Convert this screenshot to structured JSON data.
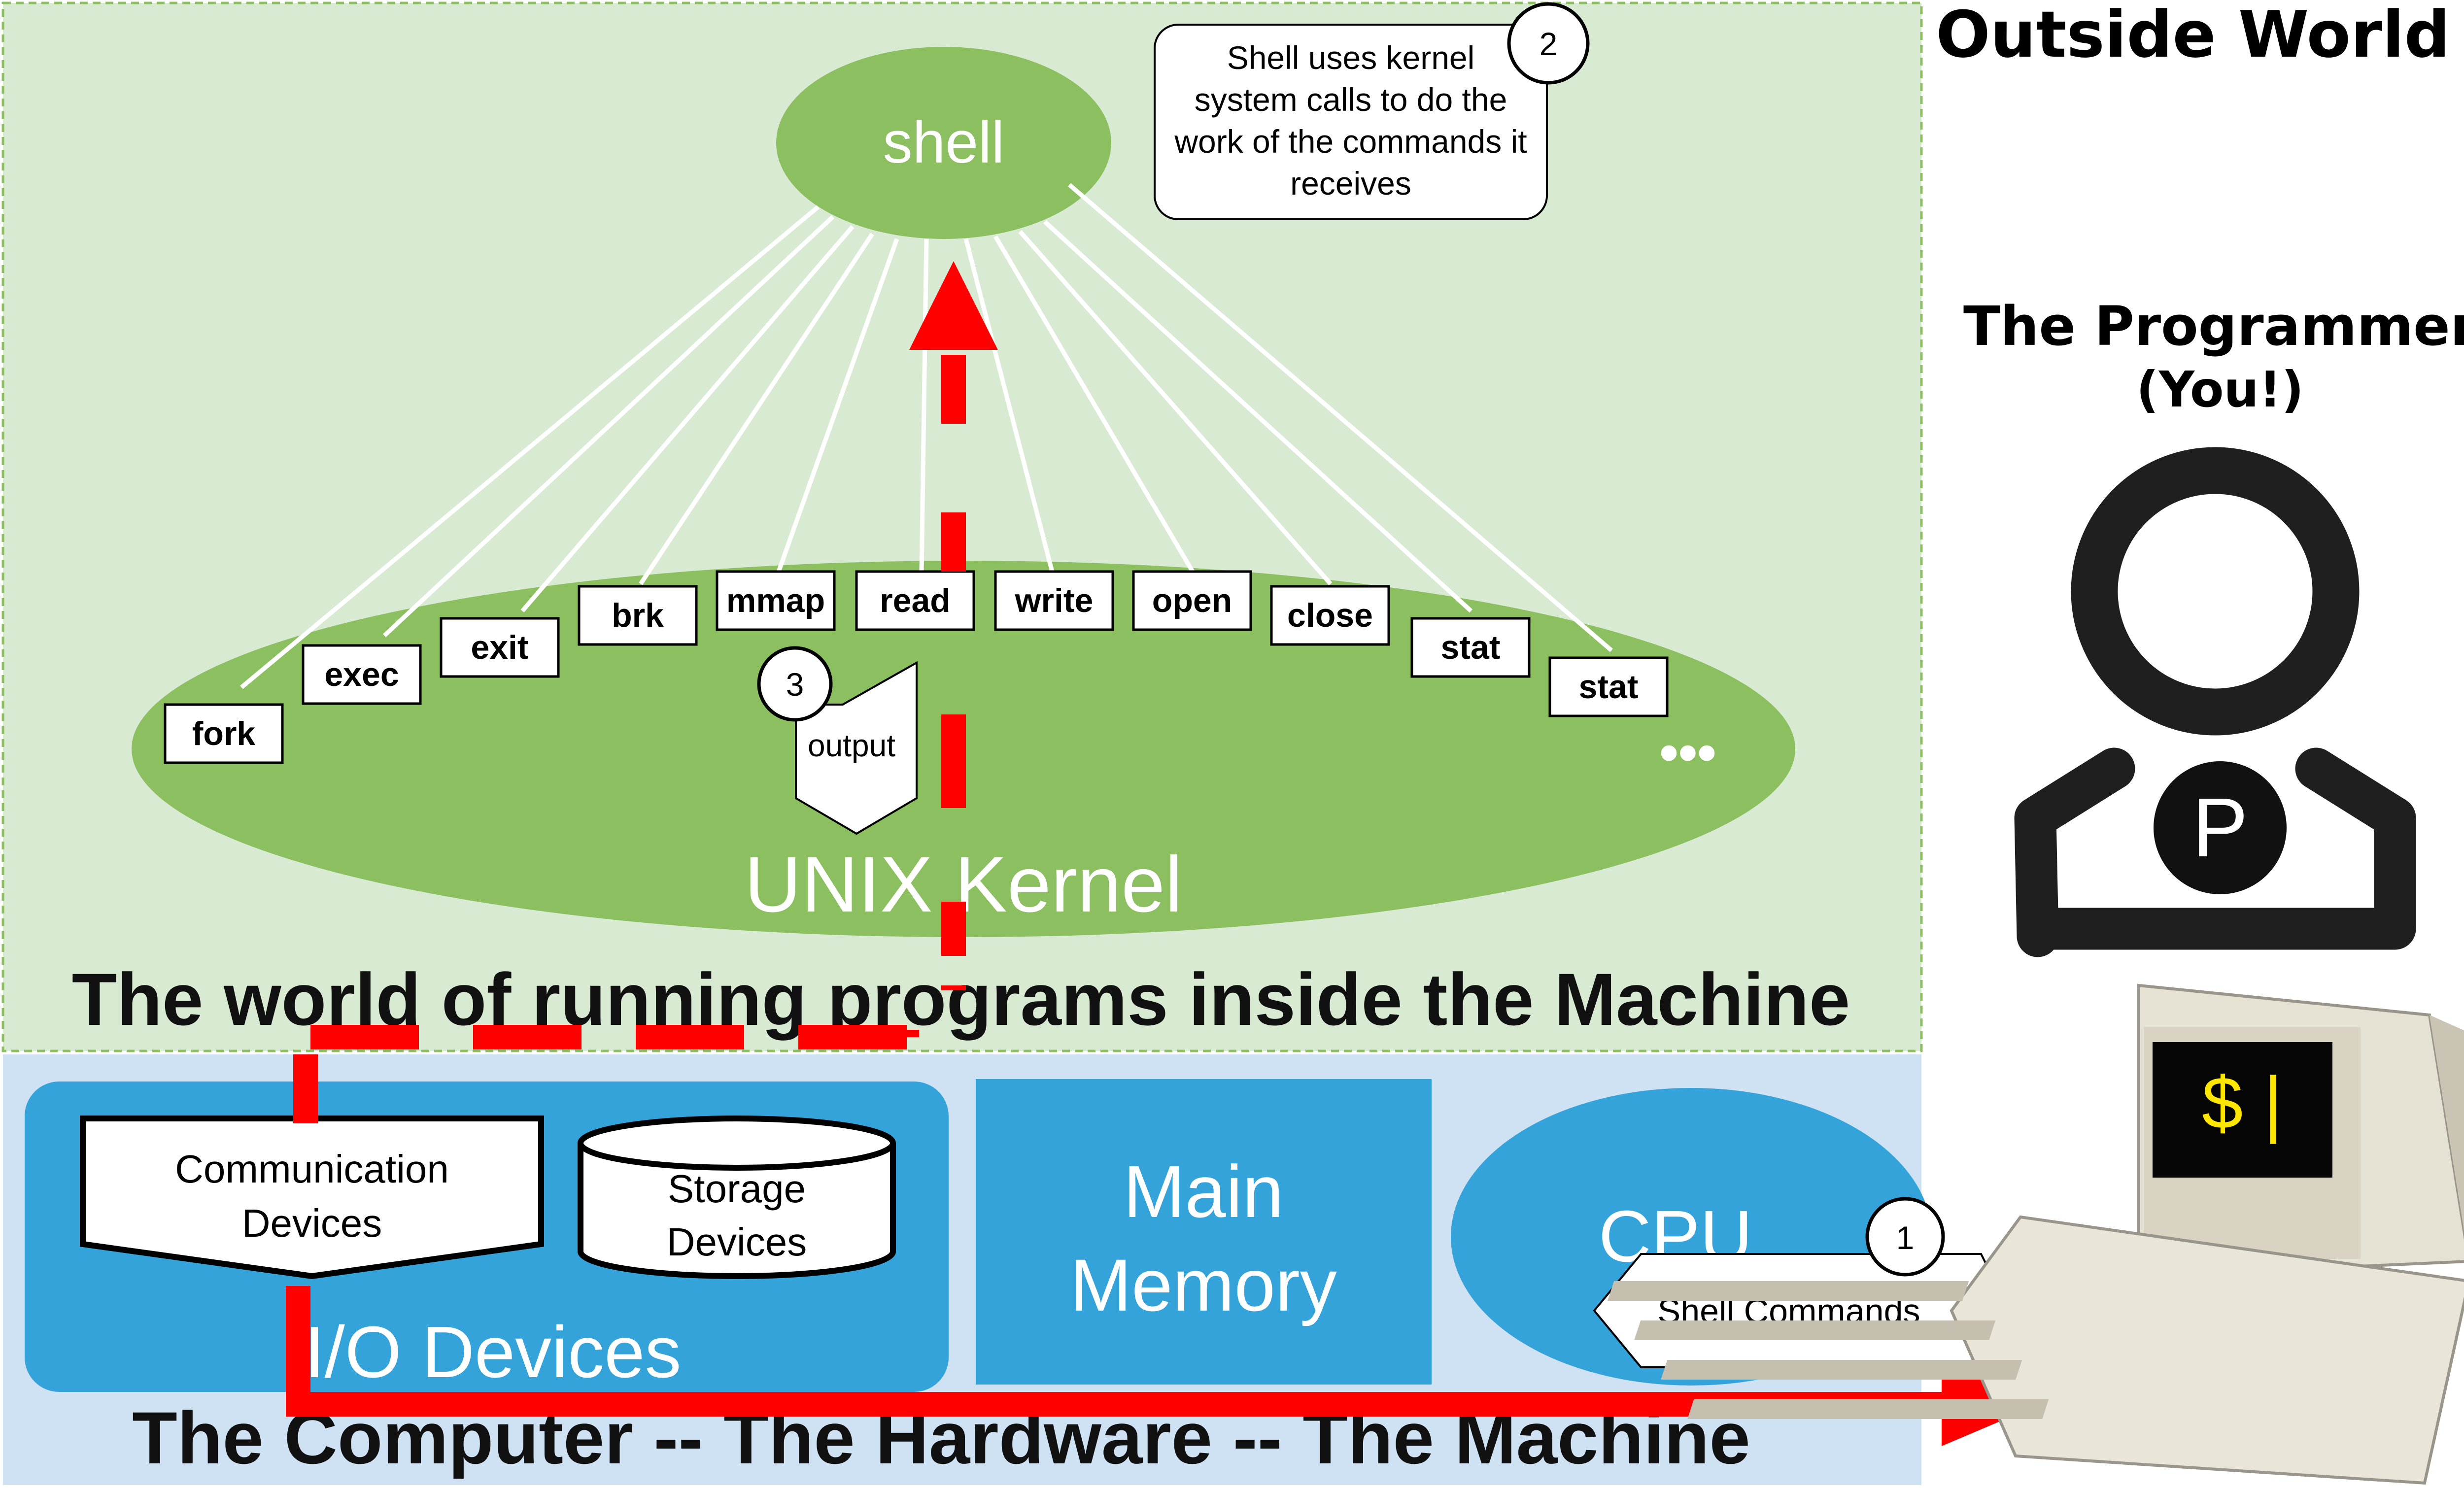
{
  "outside_world": {
    "label": "Outside World",
    "programmer_line1": "The Programmer",
    "programmer_line2": "(You!)",
    "avatar_letter": "P",
    "terminal_prompt": "$ |",
    "avatar_icon": "person-icon",
    "computer_icon": "desktop-computer-icon"
  },
  "software_world": {
    "title": "The world of running programs inside the Machine",
    "shell_label": "shell",
    "kernel_label": "UNIX Kernel",
    "syscalls": [
      "fork",
      "exec",
      "exit",
      "brk",
      "mmap",
      "read",
      "write",
      "open",
      "close",
      "stat",
      "stat"
    ],
    "ellipsis": "•••",
    "callout_2_text": [
      "Shell uses kernel",
      "system calls to do the",
      "work of the commands it",
      "receives"
    ],
    "step_2": "2",
    "step_3": "3",
    "output_label": "output"
  },
  "hardware": {
    "title": "The Computer -- The Hardware -- The Machine",
    "io_label": "I/O Devices",
    "comm_devices": [
      "Communication",
      "Devices"
    ],
    "storage_devices": [
      "Storage",
      "Devices"
    ],
    "main_memory": [
      "Main",
      "Memory"
    ],
    "cpu_label": "CPU",
    "shell_commands": "Shell Commands",
    "step_1": "1"
  },
  "colors": {
    "software_bg": "#d9ead3",
    "hardware_bg": "#cfe2f3",
    "green_shape": "#8bbf60",
    "blue_box": "#33a3d9",
    "red_path": "#ff0000",
    "terminal_text": "#ffe600"
  }
}
